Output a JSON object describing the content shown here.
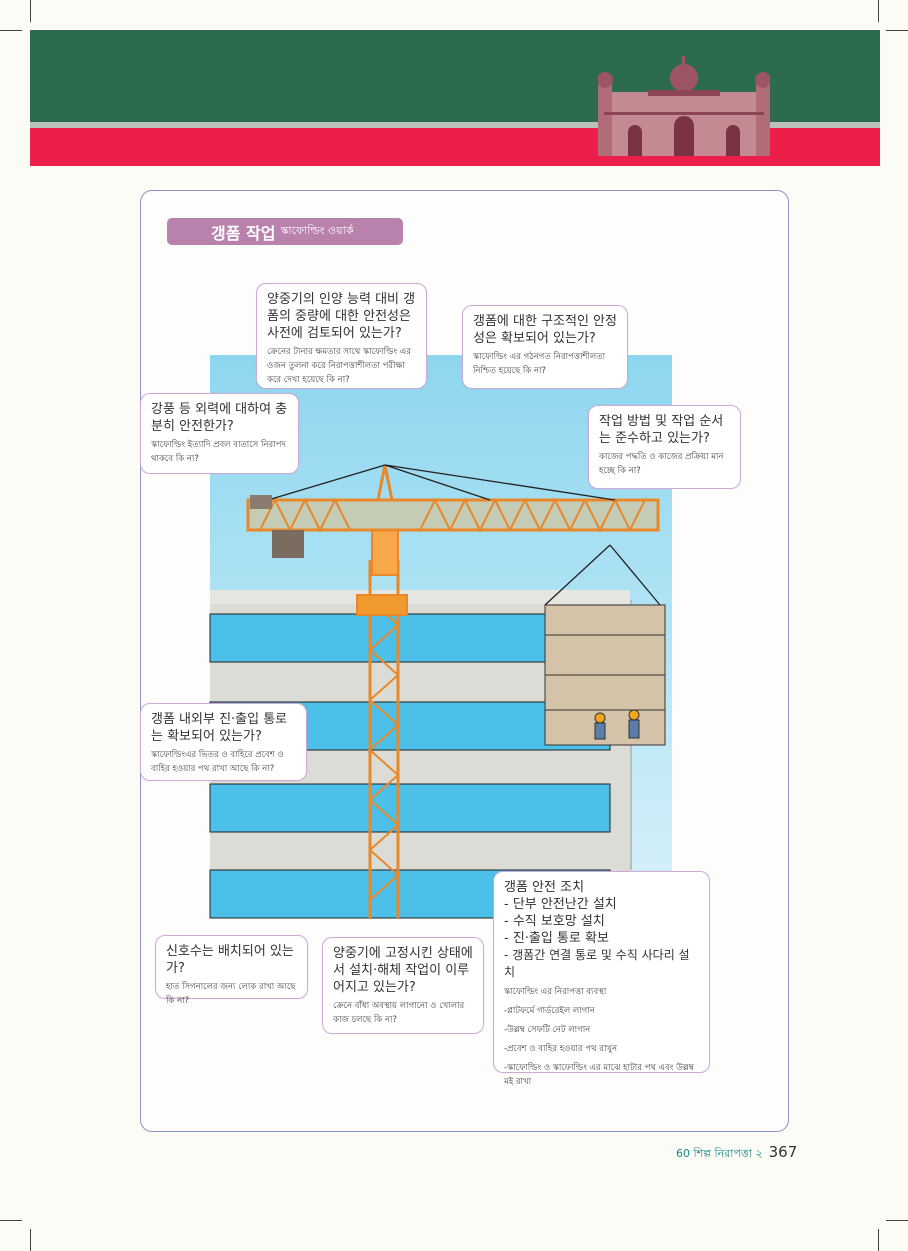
{
  "title": {
    "ko": "갱폼 작업",
    "bn": "স্কাফোল্ডিং ওয়ার্ক"
  },
  "bubbles": [
    {
      "q": "양중기의 인양 능력 대비 갱폼의 중량에 대한 안전성은 사전에 검토되어 있는가?",
      "a": "ক্রেনের টানার ক্ষমতার সাথে স্কাফোল্ডিং এর ওজন তুলনা করে নিরাপত্তাশীলতা পরীক্ষা করে দেখা হয়েছে কি না?"
    },
    {
      "q": "갱폼에 대한 구조적인 안정성은 확보되어 있는가?",
      "a": "স্কাফোল্ডিং এর গঠনগত নিরাপত্তাশীলতা নিশ্চিত হয়েছে কি না?"
    },
    {
      "q": "강풍 등 외력에 대하여 충분히 안전한가?",
      "a": "স্কাফোল্ডিং ইত্যাদি প্রবল বাতাসে নিরাপদ থাকবে কি না?"
    },
    {
      "q": "작업 방법 및 작업 순서는 준수하고 있는가?",
      "a": "কাজের পদ্ধতি ও কাজের প্রক্রিয়া মান হচ্ছে কি না?"
    },
    {
      "q": "갱폼 내외부 진·출입 통로는 확보되어 있는가?",
      "a": "স্কাফোল্ডিংএর ভিতর ও বাহিরে প্রবেশ ও বাহির হওয়ার পথ রাখা আছে কি না?"
    },
    {
      "q": "신호수는 배치되어 있는가?",
      "a": "হাত সিগনালের জন্য লোক রাখা আছে কি না?"
    },
    {
      "q": "양중기에 고정시킨 상태에서 설치·해체 작업이 이루어지고 있는가?",
      "a": "ক্রেনে বাঁধা অবস্থায় লাগানো ও খোলার কাজ চলছে কি না?"
    }
  ],
  "safety": {
    "heading": "갱폼 안전 조치",
    "items": [
      "- 단부 안전난간 설치",
      "- 수직 보호망 설치",
      "- 진·출입 통로 확보",
      "- 갱폼간 연결 통로 및 수직 사다리 설치"
    ],
    "bn_heading": "স্কাফোল্ডিং এর নিরাপত্তা ব্যবস্থা",
    "bn_items": [
      "-প্লাটফর্মে গার্ডরেইল লাগান",
      "-উল্লম্ব সেফটি নেট লাগান",
      "-প্রবেশ ও বাহির হওয়ার পথ রাখুন",
      "-স্কাফোল্ডিং ও স্কাফোল্ডিং এর মাঝে হাটার পথ এবং উল্লম্ব মই রাখা"
    ]
  },
  "footer": {
    "label": "60 শিল্প নিরাপত্তা ২",
    "page": "367"
  }
}
